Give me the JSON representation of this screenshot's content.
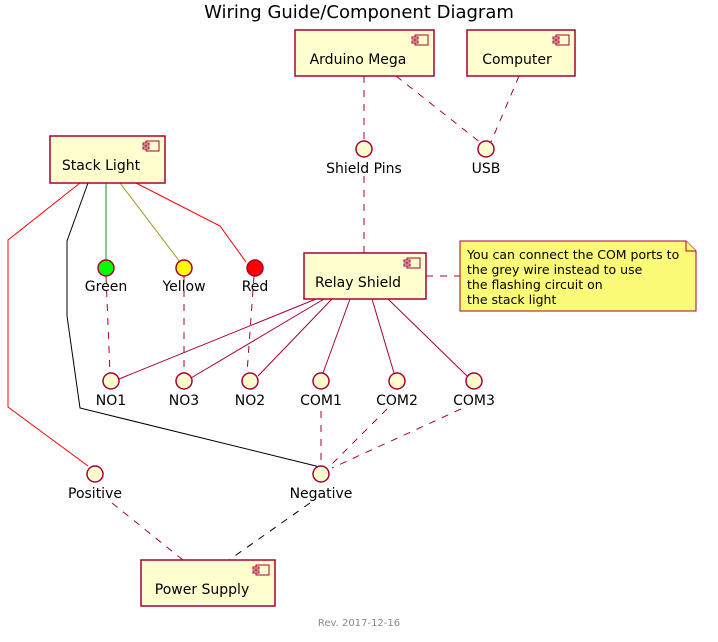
{
  "title": "Wiring Guide/Component Diagram",
  "footer": "Rev. 2017-12-16",
  "colors": {
    "component_fill": "#FEFECE",
    "component_stroke": "#A80036",
    "note_fill": "#FBFB77",
    "wire_red": "#FF0000",
    "wire_black": "#000000",
    "wire_green": "#00AA00",
    "wire_yellow": "#9A9A20",
    "relay_wire": "#A80036",
    "power_link": "#000000",
    "light_green": "#00FF00",
    "light_yellow": "#FFFF00",
    "light_red": "#FF0000"
  },
  "components": {
    "arduino": "Arduino Mega",
    "computer": "Computer",
    "stack_light": "Stack Light",
    "relay_shield": "Relay Shield",
    "power_supply": "Power Supply"
  },
  "interfaces": {
    "shield_pins": "Shield Pins",
    "usb": "USB",
    "green": "Green",
    "yellow": "Yellow",
    "red": "Red",
    "no1": "NO1",
    "no3": "NO3",
    "no2": "NO2",
    "com1": "COM1",
    "com2": "COM2",
    "com3": "COM3",
    "positive": "Positive",
    "negative": "Negative"
  },
  "note": {
    "lines": [
      "You can connect the COM ports to",
      "the grey wire instead to use",
      "the flashing circuit on",
      "the stack light"
    ]
  }
}
